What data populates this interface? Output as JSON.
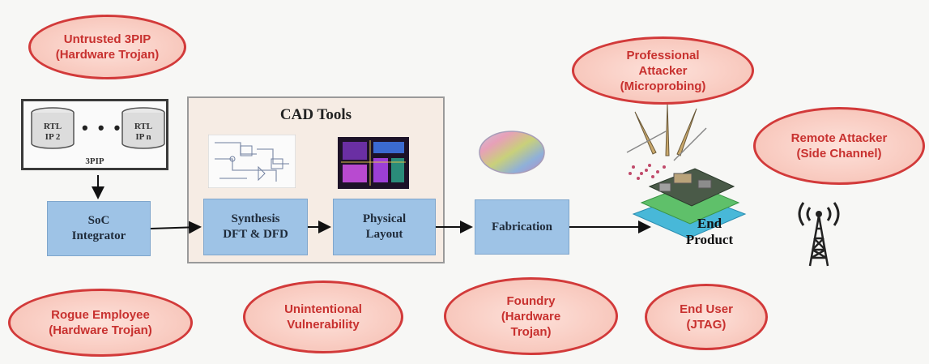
{
  "threats": {
    "untrusted_3pip": [
      "Untrusted 3PIP",
      "(Hardware Trojan)"
    ],
    "professional_attacker": [
      "Professional",
      "Attacker",
      "(Microprobing)"
    ],
    "remote_attacker": [
      "Remote Attacker",
      "(Side Channel)"
    ],
    "rogue_employee": [
      "Rogue Employee",
      "(Hardware Trojan)"
    ],
    "unintentional": [
      "Unintentional",
      "Vulnerability"
    ],
    "foundry": [
      "Foundry",
      "(Hardware",
      "Trojan)"
    ],
    "end_user": [
      "End User",
      "(JTAG)"
    ]
  },
  "ip_block": {
    "ip_left": [
      "RTL",
      "IP 2"
    ],
    "ip_right": [
      "RTL",
      "IP n"
    ],
    "dots": "• • •",
    "caption": "3PIP"
  },
  "cad_tools": {
    "title": "CAD Tools"
  },
  "process": {
    "soc_integrator": [
      "SoC",
      "Integrator"
    ],
    "synthesis": [
      "Synthesis",
      "DFT & DFD"
    ],
    "physical_layout": [
      "Physical",
      "Layout"
    ],
    "fabrication": [
      "Fabrication"
    ]
  },
  "end_product": [
    "End",
    "Product"
  ],
  "colors": {
    "threat_border": "#d23a3a",
    "threat_text": "#c8312f",
    "threat_fill": "#f8c8bd",
    "process_fill": "#9ec3e6",
    "cad_fill": "#f6ece4"
  }
}
